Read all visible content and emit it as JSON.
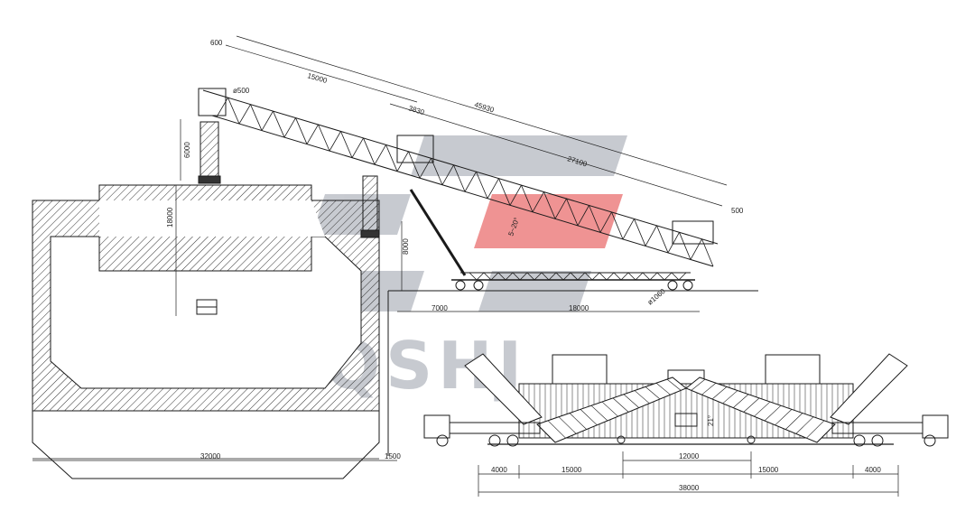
{
  "watermark": {
    "text": "QSHJ",
    "color_gray": "#9aa0ab",
    "color_red": "#e23b3b"
  },
  "colors": {
    "line": "#1a1a1a",
    "hatch": "#333333",
    "background": "#ffffff"
  },
  "side_view": {
    "dimensions": {
      "top_small": "600",
      "chute_dia": "ø500",
      "boom_overhang": "15000",
      "total_length": "45930",
      "counter": "3830",
      "boom_length": "27100",
      "tail": "500",
      "angle": "5~20°",
      "hopper_height": "6000",
      "hold_depth": "18000",
      "pier_height": "8000",
      "setback": "7000",
      "track_length": "18000",
      "wheel_dia": "ø1060",
      "ship_width": "32000",
      "keel": "1500"
    }
  },
  "front_view": {
    "dimensions": {
      "left_truck": "4000",
      "left_ramp": "15000",
      "center": "12000",
      "right_ramp": "15000",
      "right_truck": "4000",
      "overall": "38000",
      "ramp_angle": "21°"
    }
  }
}
